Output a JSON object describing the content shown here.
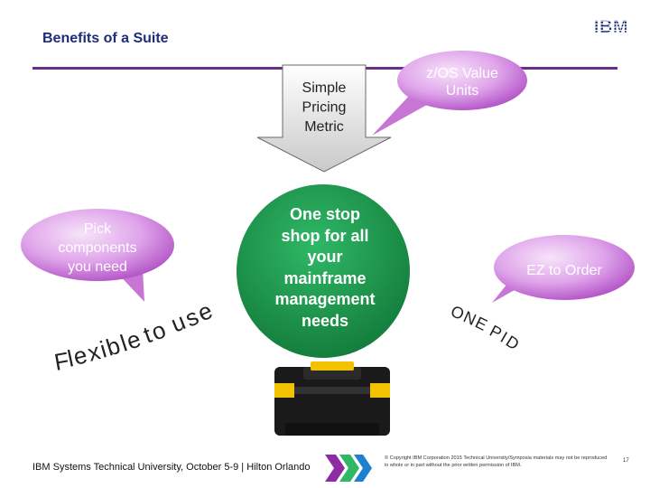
{
  "slide": {
    "title": "Benefits of a Suite",
    "logo_text": "IBM",
    "page_number": "17"
  },
  "callouts": {
    "pricing": "Simple Pricing Metric",
    "pricing_lines": [
      "Simple",
      "Pricing",
      "Metric"
    ],
    "zos": "z/OS Value Units",
    "zos_lines": [
      "z/OS Value",
      "Units"
    ],
    "pick": "Pick components you need",
    "pick_lines": [
      "Pick",
      "components",
      "you need"
    ],
    "ez": "EZ to Order"
  },
  "center": {
    "lines": [
      "One stop",
      "shop for all",
      "your",
      "mainframe",
      "management",
      "needs"
    ]
  },
  "arcs": {
    "left": "Flexible to use",
    "right": "ONE PID"
  },
  "footer": {
    "event": "IBM Systems Technical University, October 5-9 | Hilton Orlando",
    "copyright": "© Copyright IBM Corporation 2015 Technical University/Symposia materials may not be reproduced in whole or in part without the prior written permission of IBM."
  },
  "colors": {
    "title": "#1f2d7a",
    "rule": "#6b2f8a",
    "bubble_light": "#e7b7ef",
    "bubble_dark": "#b04fc4",
    "center_circle": "#1c9a4f",
    "toolbox_body": "#1a1a1a",
    "toolbox_accent": "#f2c200"
  }
}
